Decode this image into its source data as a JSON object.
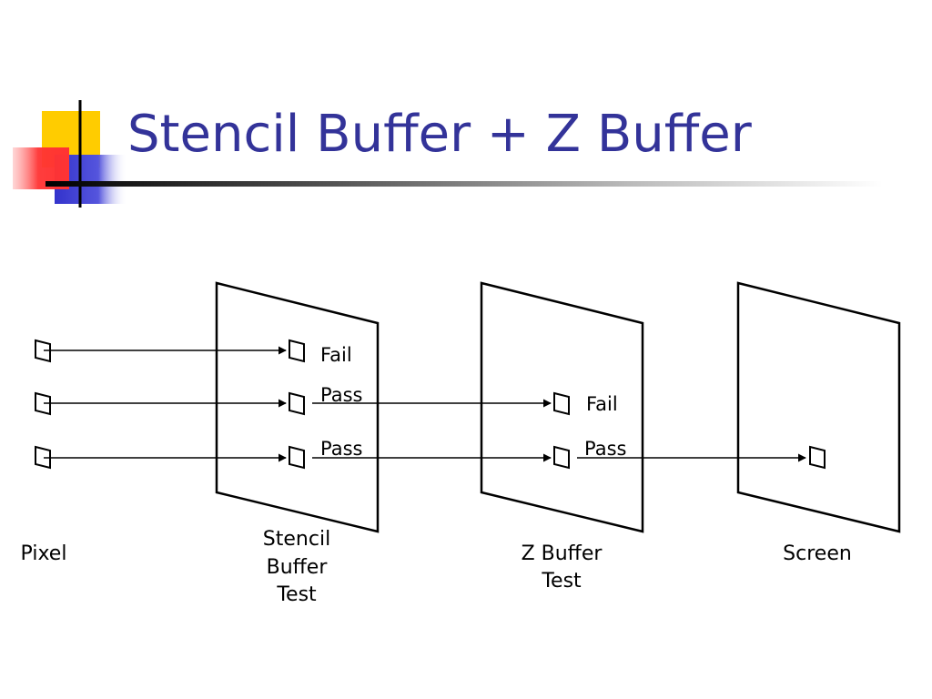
{
  "slide": {
    "title": "Stencil Buffer + Z Buffer"
  },
  "colors": {
    "title": "#333399",
    "logo_yellow": "#ffcc00",
    "logo_red": "#ff3333",
    "logo_blue": "#3333cc",
    "lines": "#000000"
  },
  "diagram": {
    "stages": [
      {
        "id": "pixel",
        "caption_lines": [
          "Pixel"
        ]
      },
      {
        "id": "stencil",
        "caption_lines": [
          "Stencil",
          "Buffer",
          "Test"
        ]
      },
      {
        "id": "zbuffer",
        "caption_lines": [
          "Z Buffer",
          "Test"
        ]
      },
      {
        "id": "screen",
        "caption_lines": [
          "Screen"
        ]
      }
    ],
    "flows": [
      {
        "stencil_result": "Fail",
        "z_result": null,
        "reaches_screen": false
      },
      {
        "stencil_result": "Pass",
        "z_result": "Fail",
        "reaches_screen": false
      },
      {
        "stencil_result": "Pass",
        "z_result": "Pass",
        "reaches_screen": true
      }
    ]
  }
}
